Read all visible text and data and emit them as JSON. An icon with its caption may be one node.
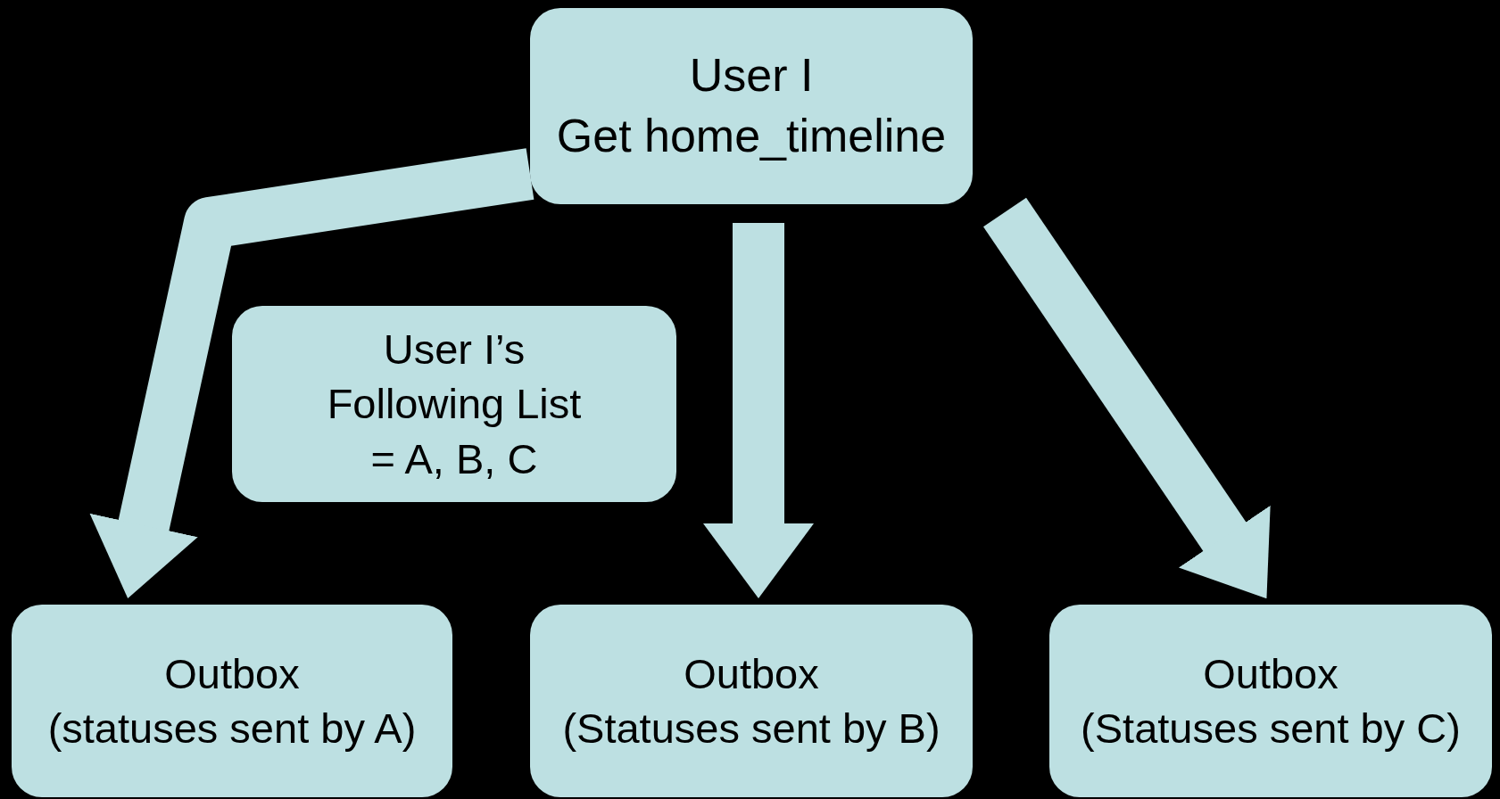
{
  "diagram": {
    "nodes": [
      {
        "text": [
          "User I",
          "Get home_timeline"
        ]
      },
      {
        "text": [
          "User I’s Following List = A, B, C"
        ]
      },
      {
        "text": [
          "Outbox",
          "(statuses sent by A)"
        ]
      },
      {
        "text": [
          "Outbox",
          "(Statuses sent by B)"
        ]
      },
      {
        "text": [
          "Outbox",
          "(Statuses sent by C)"
        ]
      }
    ],
    "edges": [
      {
        "from": 0,
        "to": 2,
        "arrow": "to"
      },
      {
        "from": 0,
        "to": 3,
        "arrow": "to"
      },
      {
        "from": 0,
        "to": 4,
        "arrow": "to"
      }
    ]
  }
}
